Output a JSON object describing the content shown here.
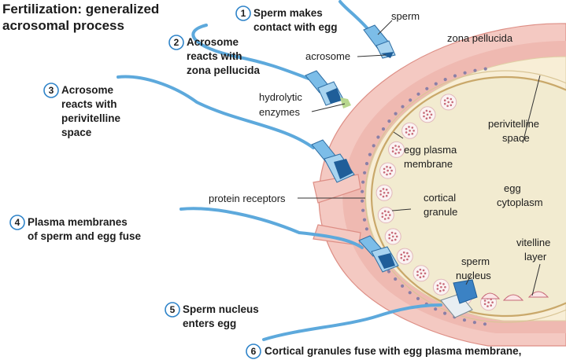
{
  "title": {
    "line1": "Fertilization: generalized",
    "line2": "acrosomal process"
  },
  "steps": [
    {
      "number": "1",
      "lines": [
        "Sperm makes",
        "contact with egg"
      ]
    },
    {
      "number": "2",
      "lines": [
        "Acrosome",
        "reacts with",
        "zona pellucida"
      ]
    },
    {
      "number": "3",
      "lines": [
        "Acrosome",
        "reacts with",
        "perivitelline",
        "space"
      ]
    },
    {
      "number": "4",
      "lines": [
        "Plasma membranes",
        "of sperm and egg fuse"
      ]
    },
    {
      "number": "5",
      "lines": [
        "Sperm nucleus",
        "enters egg"
      ]
    },
    {
      "number": "6",
      "lines": [
        "Cortical granules fuse with egg plasma membrane,"
      ]
    }
  ],
  "labels": {
    "sperm": "sperm",
    "acrosome": "acrosome",
    "zona_pellucida": "zona pellucida",
    "hydrolytic_1": "hydrolytic",
    "hydrolytic_2": "enzymes",
    "perivitelline_1": "perivitelline",
    "perivitelline_2": "space",
    "egg_membrane_1": "egg plasma",
    "egg_membrane_2": "membrane",
    "egg_cytoplasm_1": "egg",
    "egg_cytoplasm_2": "cytoplasm",
    "protein_receptors": "protein receptors",
    "cortical_granule_1": "cortical",
    "cortical_granule_2": "granule",
    "vitelline_1": "vitelline",
    "vitelline_2": "layer",
    "sperm_nucleus_1": "sperm",
    "sperm_nucleus_2": "nucleus"
  },
  "colors": {
    "zona_pellucida": "#f4c9c2",
    "zona_edge": "#dd8e85",
    "perivitelline": "#f8eed6",
    "egg_cytoplasm": "#f2ebd0",
    "sperm_blue": "#5da9dc",
    "circle_outline": "#2f84c9",
    "granule_dots": "#c76a78",
    "receptor_dots": "#8a7fa6",
    "enzymes": "#b8d78f"
  }
}
